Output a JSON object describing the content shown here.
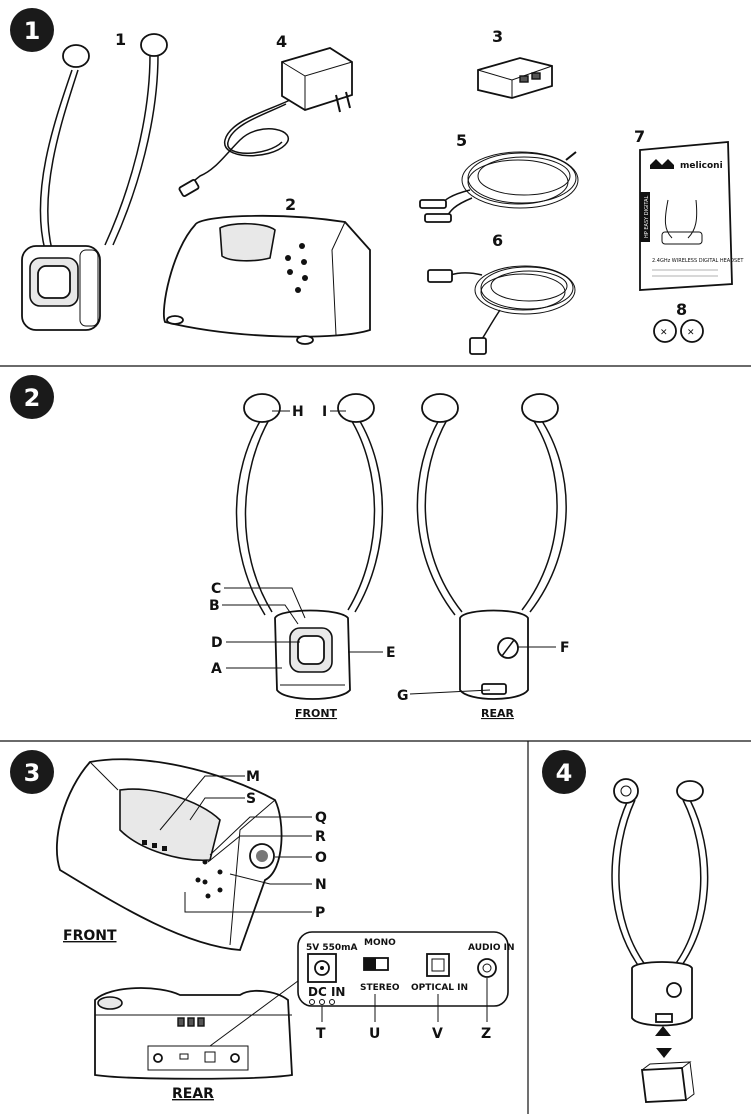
{
  "sections": [
    {
      "number": "1"
    },
    {
      "number": "2"
    },
    {
      "number": "3"
    },
    {
      "number": "4"
    }
  ],
  "section1": {
    "items": [
      "1",
      "4",
      "3",
      "5",
      "7",
      "2",
      "6",
      "8"
    ],
    "manual_brand": "meliconi",
    "manual_side_text": "HP EASY DIGITAL",
    "manual_title": "2.4GHz WIRELESS DIGITAL HEADSET"
  },
  "section2": {
    "labels": [
      "H",
      "I",
      "C",
      "B",
      "D",
      "E",
      "A",
      "F",
      "G"
    ],
    "front_caption": "FRONT",
    "rear_caption": "REAR"
  },
  "section3": {
    "labels": [
      "M",
      "S",
      "Q",
      "R",
      "O",
      "N",
      "P"
    ],
    "front_caption": "FRONT",
    "rear_caption": "REAR",
    "panel": {
      "power_spec": "5V 550mA",
      "dc_in": "DC IN",
      "mono": "MONO",
      "stereo": "STEREO",
      "optical_in": "OPTICAL IN",
      "audio_in": "AUDIO IN"
    },
    "panel_labels": [
      "T",
      "U",
      "V",
      "Z"
    ]
  }
}
